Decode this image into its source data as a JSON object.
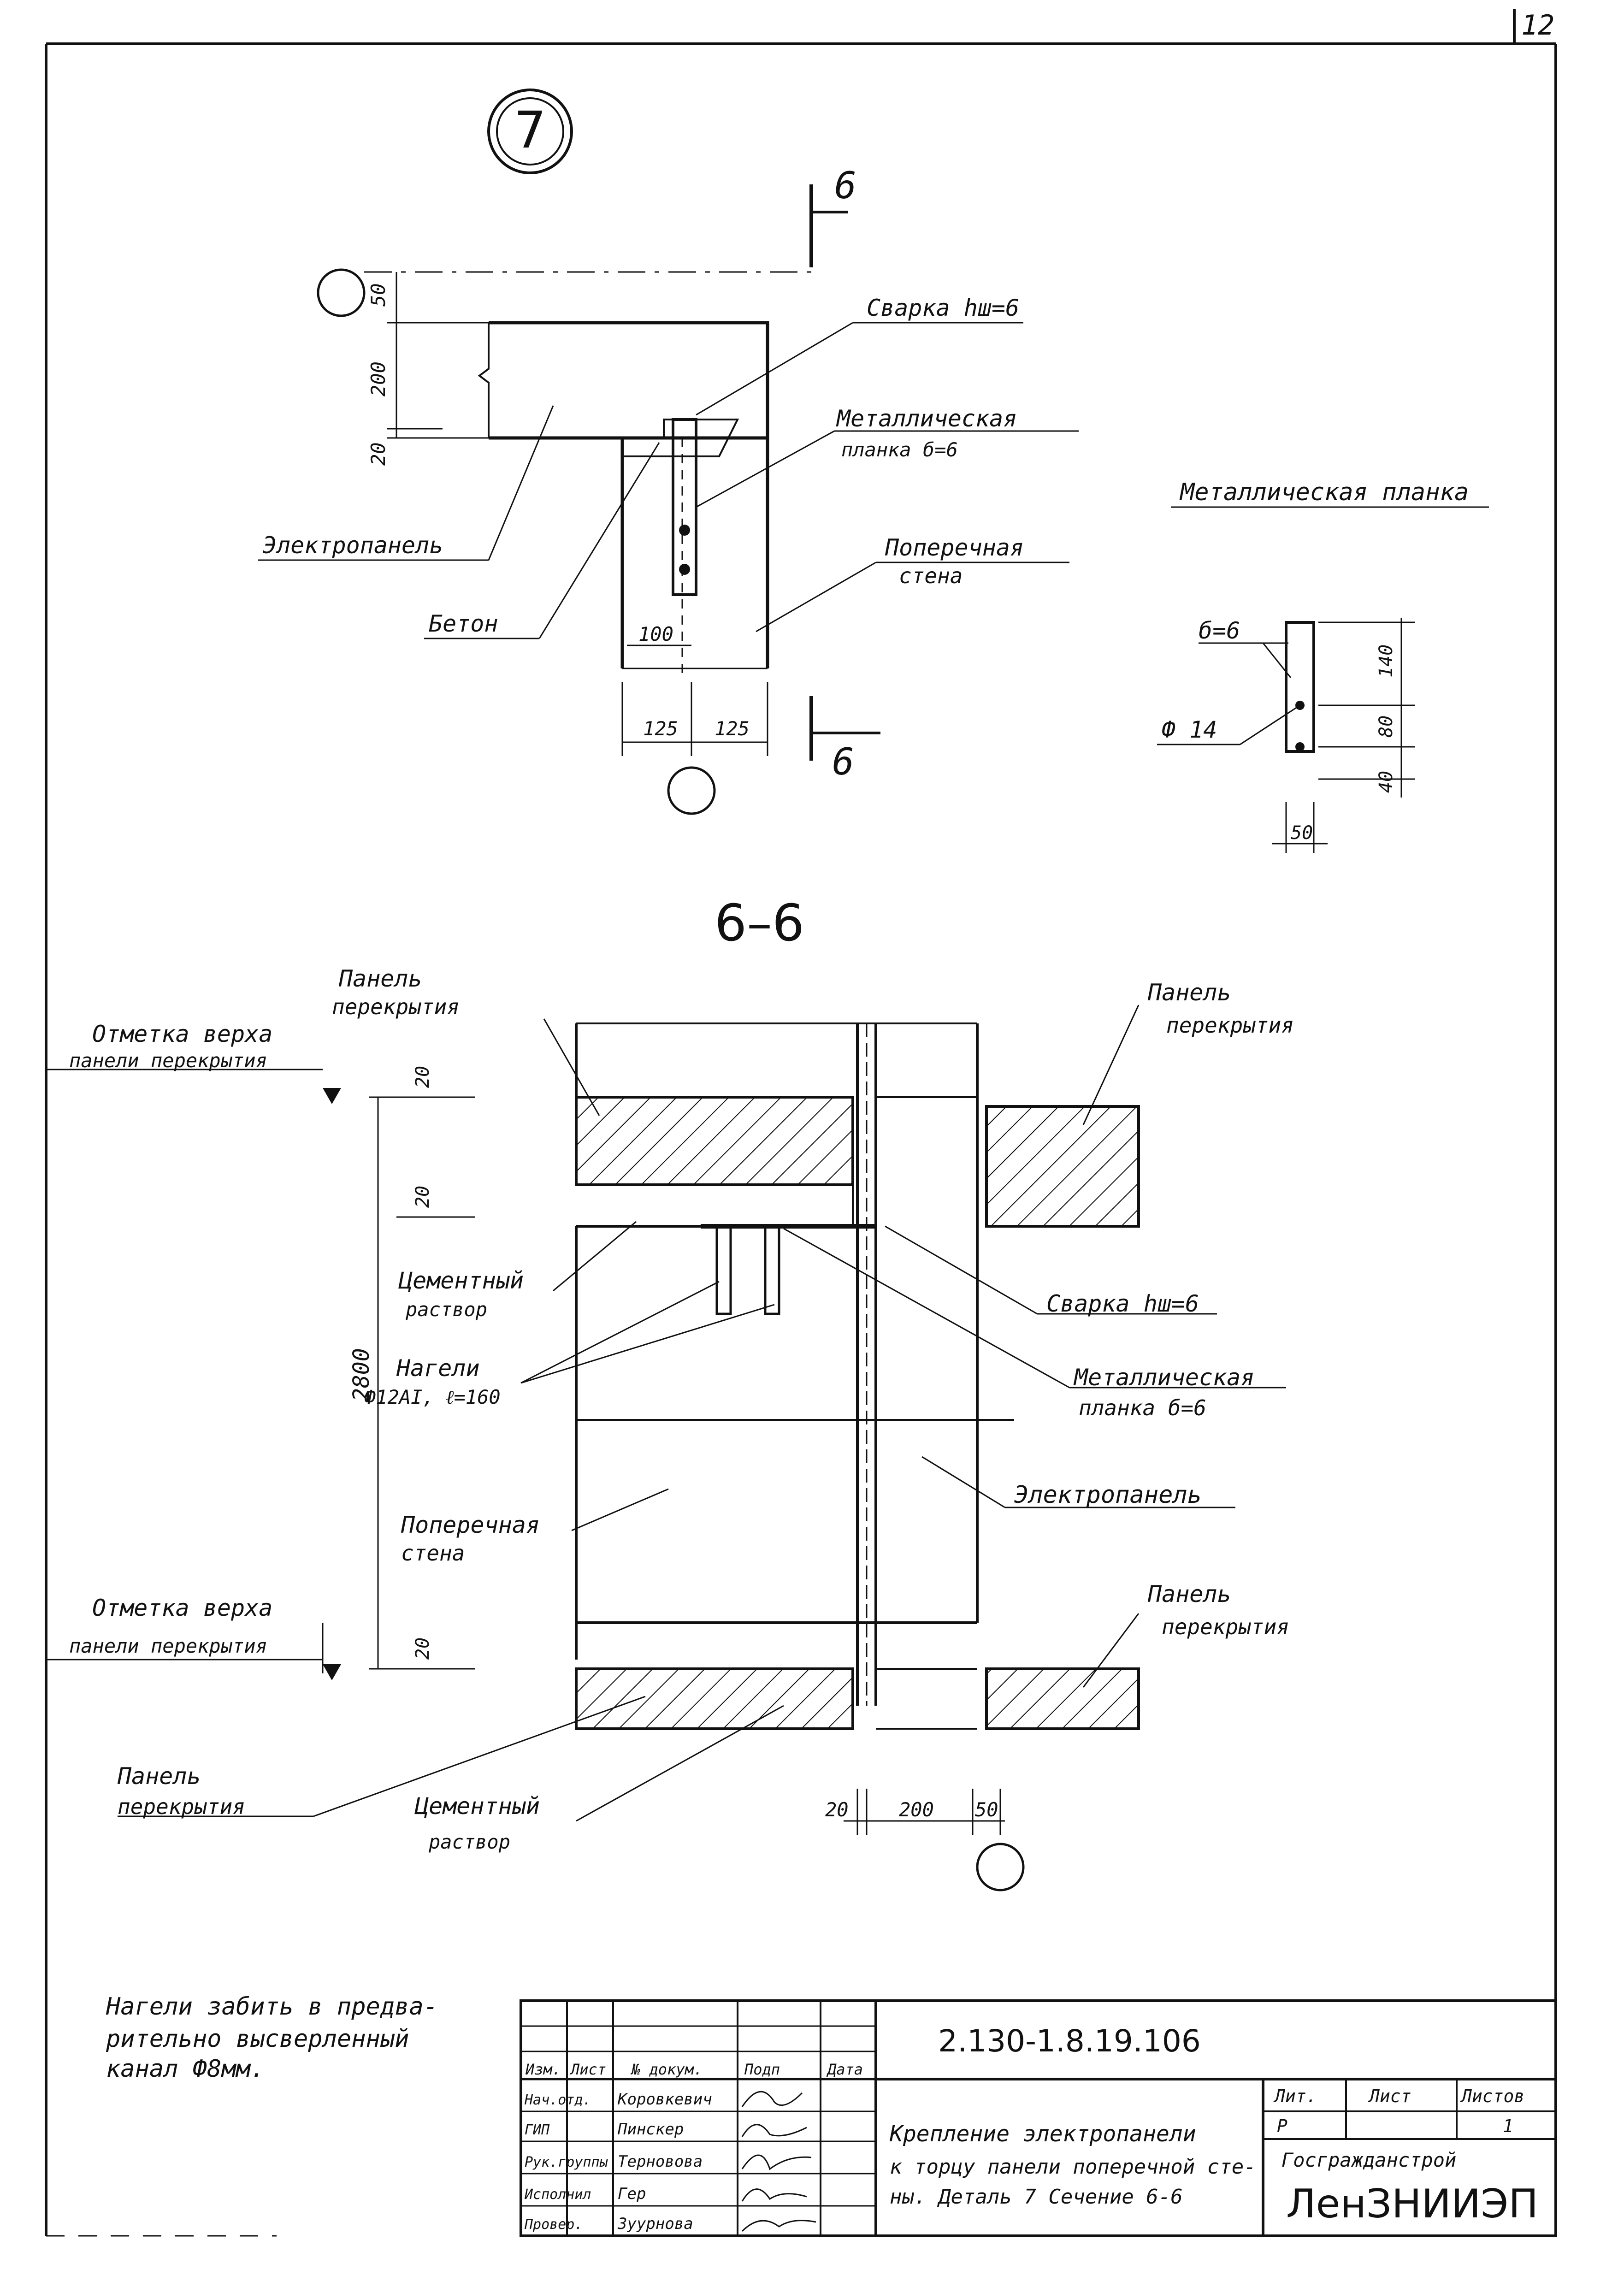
{
  "sheet": {
    "page_number": "12"
  },
  "detail": {
    "number": "7",
    "section_mark": "6",
    "weld_label": "Сварка hш=6",
    "plate_label_line1": "Металлическая",
    "plate_label_line2": "планка б=6",
    "electropanel_label": "Электропанель",
    "concrete_label": "Бетон",
    "cross_wall_line1": "Поперечная",
    "cross_wall_line2": "стена",
    "dim_50": "50",
    "dim_200": "200",
    "dim_20": "20",
    "dim_100": "100",
    "dim_125a": "125",
    "dim_125b": "125"
  },
  "plate_detail": {
    "title": "Металлическая планка",
    "thickness_label": "б=6",
    "hole_label": "Ф 14",
    "dim_140": "140",
    "dim_80": "80",
    "dim_40": "40",
    "dim_50": "50"
  },
  "section": {
    "title": "6–6",
    "floor_panel_line1": "Панель",
    "floor_panel_line2": "перекрытия",
    "top_mark_line1": "Отметка верха",
    "top_mark_line2": "панели перекрытия",
    "cement_mortar_line1": "Цементный",
    "cement_mortar_line2": "раствор",
    "dowels_line1": "Нагели",
    "dowels_line2": "Ф12АI, ℓ=160",
    "weld_label": "Сварка hш=6",
    "plate_line1": "Металлическая",
    "plate_line2": "планка б=6",
    "electropanel_label": "Электропанель",
    "cross_wall_line1": "Поперечная",
    "cross_wall_line2": "стена",
    "dim_2800": "2800",
    "dim_20": "20",
    "dim_200": "200",
    "dim_50": "50"
  },
  "note": {
    "line1": "Нагели забить в предва-",
    "line2": "рительно высверленный",
    "line3": "канал Ф8мм."
  },
  "title_block": {
    "code": "2.130-1.8.19.106",
    "col_headers": [
      "Изм.",
      "Лист",
      "№ докум.",
      "Подп",
      "Дата"
    ],
    "roles": [
      "Нач.отд.",
      "ГИП",
      "Рук.группы",
      "Исполнил",
      "Провер."
    ],
    "names": [
      "Коровкевич",
      "Пинскер",
      "Терновова",
      "Гер",
      "Зуурнова"
    ],
    "title_line1": "Крепление электропанели",
    "title_line2": "к торцу панели поперечной сте-",
    "title_line3": "ны. Деталь 7 Сечение 6-6",
    "lit_header": "Лит.",
    "sheet_header": "Лист",
    "sheets_header": "Листов",
    "lit_value": "Р",
    "sheets_value": "1",
    "org_line1": "Госгражданстрой",
    "org_line2": "ЛенЗНИИЭП"
  }
}
